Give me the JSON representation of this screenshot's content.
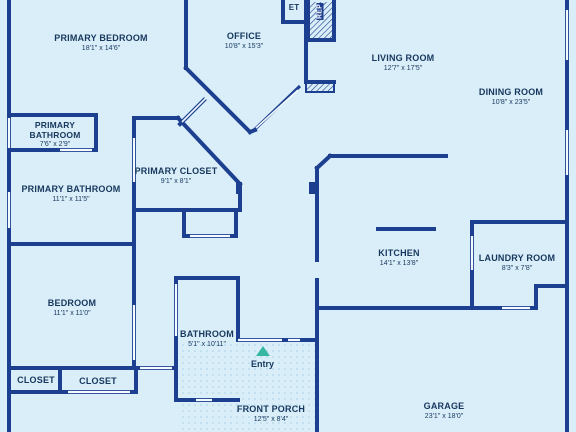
{
  "rooms": {
    "primary_bedroom": {
      "name": "PRIMARY BEDROOM",
      "dims": "18'1\" x 14'6\""
    },
    "office": {
      "name": "OFFICE",
      "dims": "10'8\" x 15'3\""
    },
    "living_room": {
      "name": "LIVING ROOM",
      "dims": "12'7\" x 17'5\""
    },
    "dining_room": {
      "name": "DINING ROOM",
      "dims": "10'8\" x 23'5\""
    },
    "primary_bathroom_small": {
      "name_line1": "PRIMARY",
      "name_line2": "BATHROOM",
      "dims": "7'6\" x 2'9\""
    },
    "primary_closet": {
      "name": "PRIMARY CLOSET",
      "dims": "9'1\" x 8'1\""
    },
    "primary_bathroom": {
      "name": "PRIMARY BATHROOM",
      "dims": "11'1\" x 11'5\""
    },
    "kitchen": {
      "name": "KITCHEN",
      "dims": "14'1\" x 13'8\""
    },
    "laundry_room": {
      "name": "LAUNDRY ROOM",
      "dims": "8'3\" x 7'8\""
    },
    "bedroom": {
      "name": "BEDROOM",
      "dims": "11'1\" x 11'0\""
    },
    "bathroom": {
      "name": "BATHROOM",
      "dims": "5'1\" x 10'11\""
    },
    "closet_left": {
      "name": "CLOSET"
    },
    "closet_right": {
      "name": "CLOSET"
    },
    "front_porch": {
      "name": "FRONT PORCH",
      "dims": "12'5\" x 8'4\""
    },
    "garage": {
      "name": "GARAGE",
      "dims": "23'1\" x 18'0\""
    },
    "office_closet_partial": {
      "name": "ET"
    },
    "fireplace_partial": {
      "name": "REP"
    }
  },
  "entry": {
    "label": "Entry"
  },
  "colors": {
    "floor": "#d9eef8",
    "wall": "#1d3f8f",
    "text": "#17375e",
    "entry_marker": "#35b7a4"
  }
}
